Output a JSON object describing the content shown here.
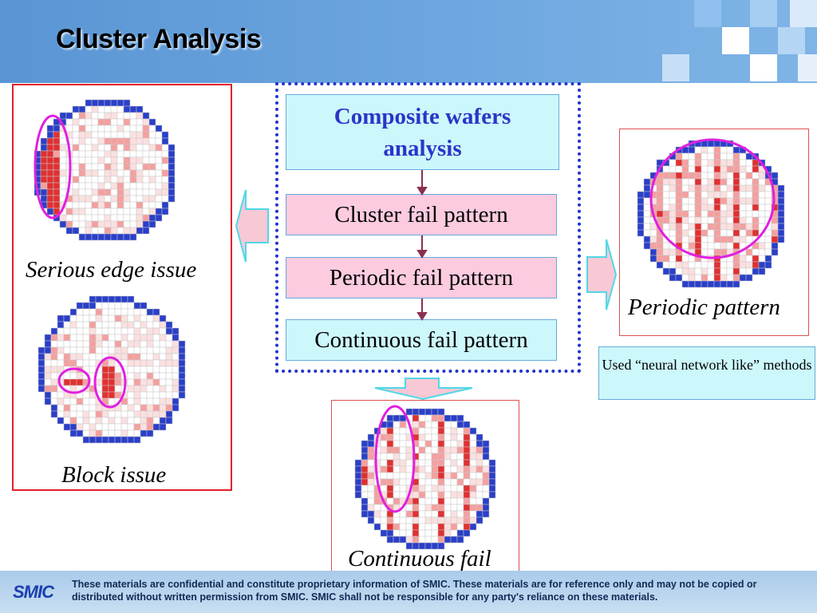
{
  "header": {
    "title": "Cluster Analysis"
  },
  "flow": {
    "composite": "Composite wafers analysis",
    "cluster": "Cluster fail pattern",
    "periodic": "Periodic fail pattern",
    "continuous": "Continuous fail pattern"
  },
  "captions": {
    "edge": "Serious edge issue",
    "block": "Block issue",
    "periodic": "Periodic pattern",
    "continuous": "Continuous fail"
  },
  "note": "Used “neural network like” methods",
  "colors": {
    "accent": "#2b35c8",
    "highlight": "#e020e0",
    "frame_red": "#e0202a",
    "flow_blue": "#2233cc"
  },
  "footer": {
    "logo": "SMIC",
    "legal": "These materials are confidential and constitute proprietary information of SMIC.  These materials are for reference only and may not be copied or distributed without written permission from SMIC.  SMIC shall not be responsible for any party's reliance on these materials."
  }
}
